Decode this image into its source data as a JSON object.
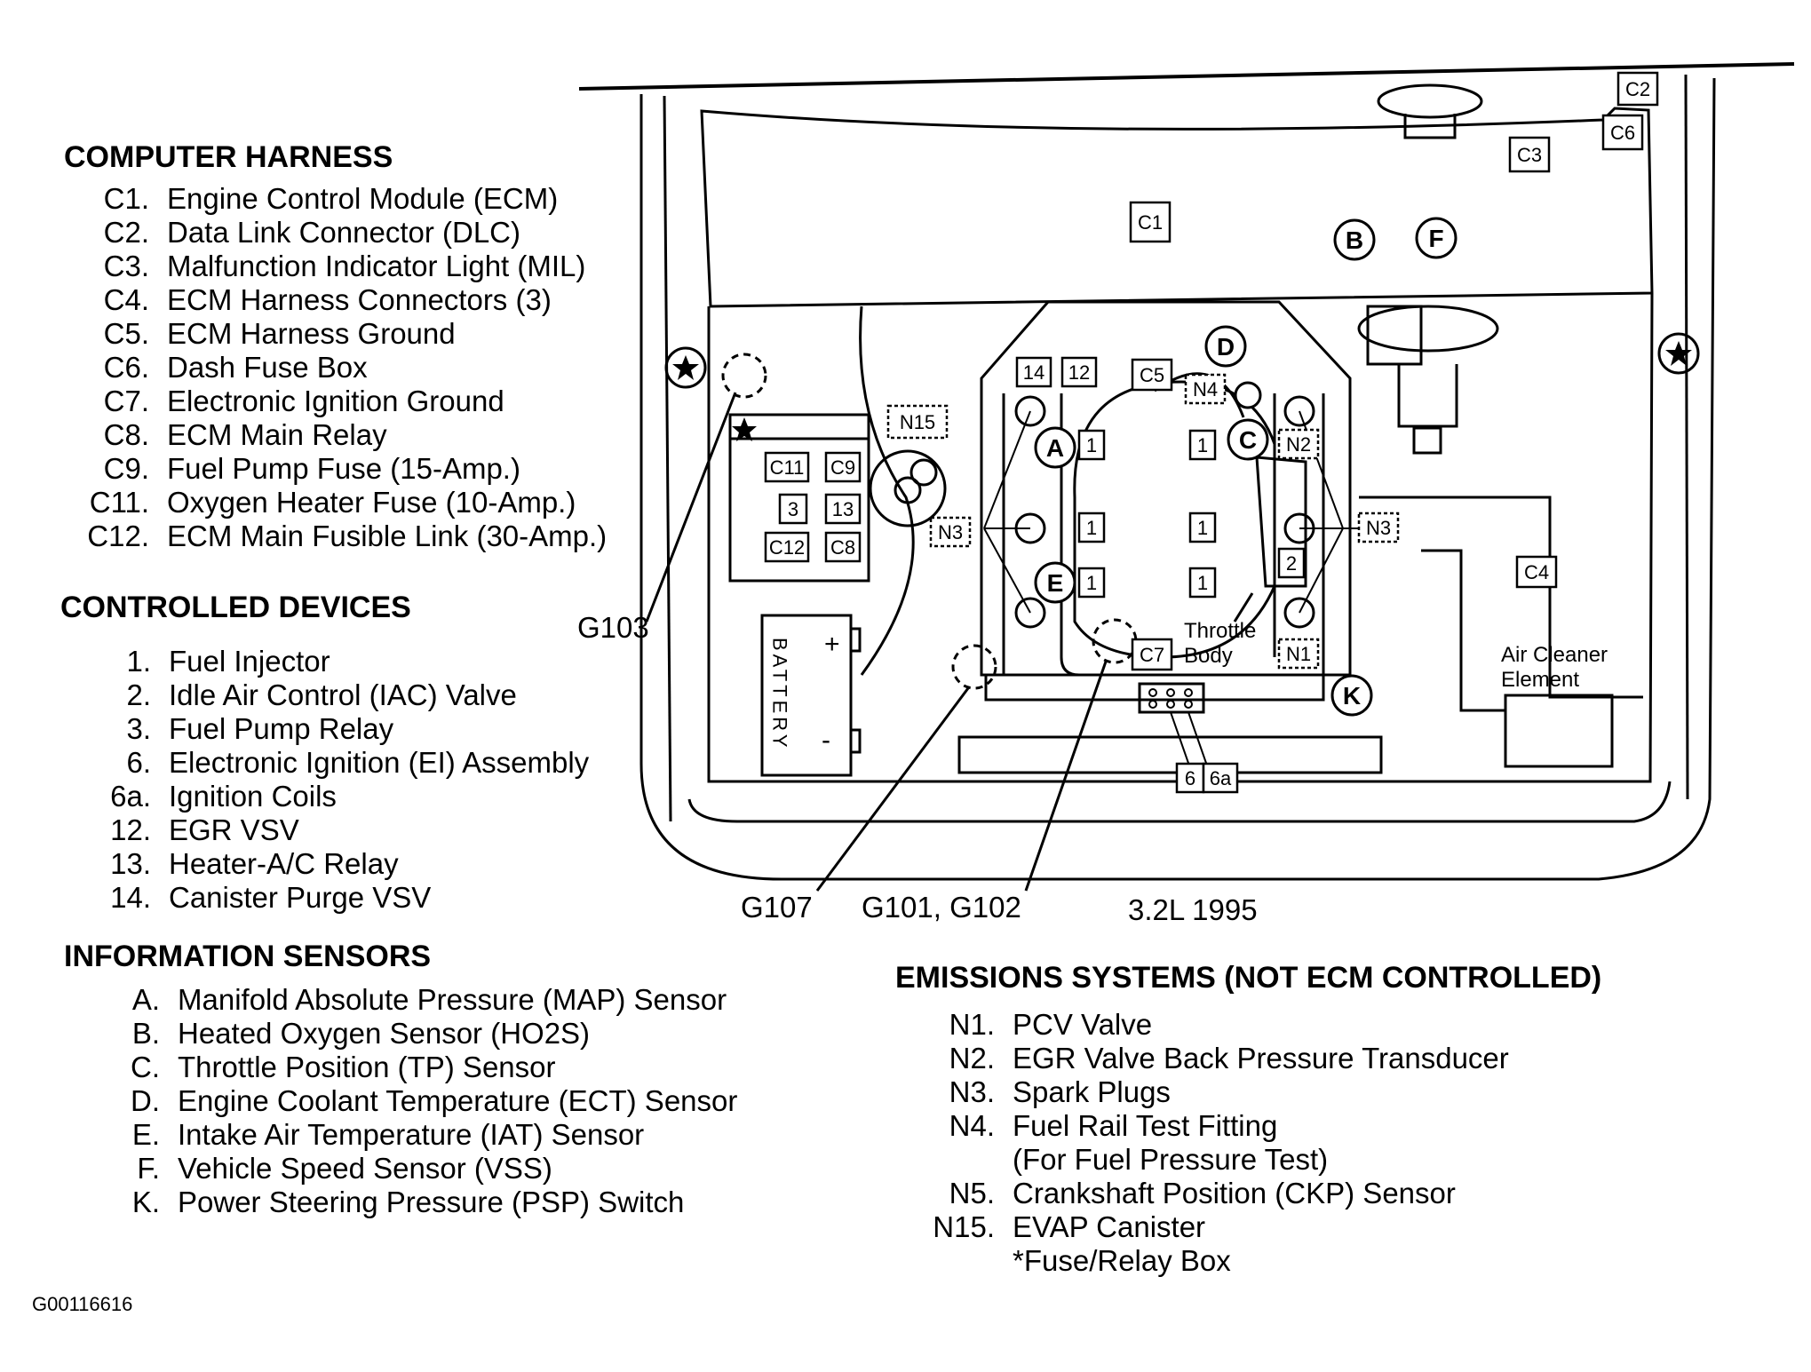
{
  "computer_harness": {
    "title": "COMPUTER HARNESS",
    "items": [
      {
        "code": "C1.",
        "label": "Engine Control Module (ECM)"
      },
      {
        "code": "C2.",
        "label": "Data Link Connector (DLC)"
      },
      {
        "code": "C3.",
        "label": "Malfunction Indicator Light (MIL)"
      },
      {
        "code": "C4.",
        "label": "ECM Harness Connectors (3)"
      },
      {
        "code": "C5.",
        "label": "ECM Harness Ground"
      },
      {
        "code": "C6.",
        "label": "Dash Fuse Box"
      },
      {
        "code": "C7.",
        "label": "Electronic Ignition Ground"
      },
      {
        "code": "C8.",
        "label": "ECM Main Relay"
      },
      {
        "code": "C9.",
        "label": "Fuel Pump Fuse (15-Amp.)"
      },
      {
        "code": "C11.",
        "label": "Oxygen Heater Fuse (10-Amp.)"
      },
      {
        "code": "C12.",
        "label": "ECM Main Fusible Link (30-Amp.)"
      }
    ]
  },
  "controlled_devices": {
    "title": "CONTROLLED DEVICES",
    "items": [
      {
        "code": "1.",
        "label": "Fuel Injector"
      },
      {
        "code": "2.",
        "label": "Idle Air Control (IAC) Valve"
      },
      {
        "code": "3.",
        "label": "Fuel Pump Relay"
      },
      {
        "code": "6.",
        "label": "Electronic Ignition (EI) Assembly"
      },
      {
        "code": "6a.",
        "label": "Ignition Coils"
      },
      {
        "code": "12.",
        "label": "EGR VSV"
      },
      {
        "code": "13.",
        "label": "Heater-A/C Relay"
      },
      {
        "code": "14.",
        "label": "Canister Purge VSV"
      }
    ]
  },
  "information_sensors": {
    "title": "INFORMATION SENSORS",
    "items": [
      {
        "code": "A.",
        "label": "Manifold Absolute Pressure (MAP) Sensor"
      },
      {
        "code": "B.",
        "label": "Heated Oxygen Sensor (HO2S)"
      },
      {
        "code": "C.",
        "label": "Throttle Position (TP) Sensor"
      },
      {
        "code": "D.",
        "label": "Engine Coolant Temperature (ECT) Sensor"
      },
      {
        "code": "E.",
        "label": "Intake Air Temperature (IAT) Sensor"
      },
      {
        "code": "F.",
        "label": "Vehicle Speed Sensor (VSS)"
      },
      {
        "code": "K.",
        "label": "Power Steering Pressure (PSP) Switch"
      }
    ]
  },
  "emissions_systems": {
    "title": "EMISSIONS SYSTEMS (NOT ECM CONTROLLED)",
    "items": [
      {
        "code": "N1.",
        "label": "PCV Valve"
      },
      {
        "code": "N2.",
        "label": "EGR Valve Back Pressure Transducer"
      },
      {
        "code": "N3.",
        "label": "Spark Plugs"
      },
      {
        "code": "N4.",
        "label": "Fuel Rail Test Fitting"
      },
      {
        "code": "",
        "label": "(For Fuel Pressure Test)"
      },
      {
        "code": "N5.",
        "label": "Crankshaft Position (CKP) Sensor"
      },
      {
        "code": "N15.",
        "label": "EVAP Canister"
      },
      {
        "code": "",
        "label": "*Fuse/Relay Box"
      }
    ]
  },
  "diagram": {
    "ground_labels": {
      "g103": "G103",
      "g107": "G107",
      "g101_g102": "G101, G102"
    },
    "engine_label": "3.2L 1995",
    "battery_text": "BATTERY",
    "battery_plus": "+",
    "battery_minus": "-",
    "throttle_body_label": [
      "Throttle",
      "Body"
    ],
    "air_cleaner_label": [
      "Air Cleaner",
      "Element"
    ],
    "boxes": {
      "c1": "C1",
      "c2": "C2",
      "c3": "C3",
      "c4": "C4",
      "c5": "C5",
      "c6": "C6",
      "c7": "C7",
      "c8": "C8",
      "c9": "C9",
      "c11": "C11",
      "c12": "C12",
      "r3": "3",
      "r13": "13",
      "v14": "14",
      "v12": "12",
      "inj": "1",
      "iac": "2",
      "ei": "6",
      "coils": "6a",
      "n1": "N1",
      "n2": "N2",
      "n3": "N3",
      "n4": "N4",
      "n15": "N15"
    },
    "sensors": {
      "a": "A",
      "b": "B",
      "c": "C",
      "d": "D",
      "e": "E",
      "f": "F",
      "k": "K"
    }
  },
  "figure_id": "G00116616"
}
